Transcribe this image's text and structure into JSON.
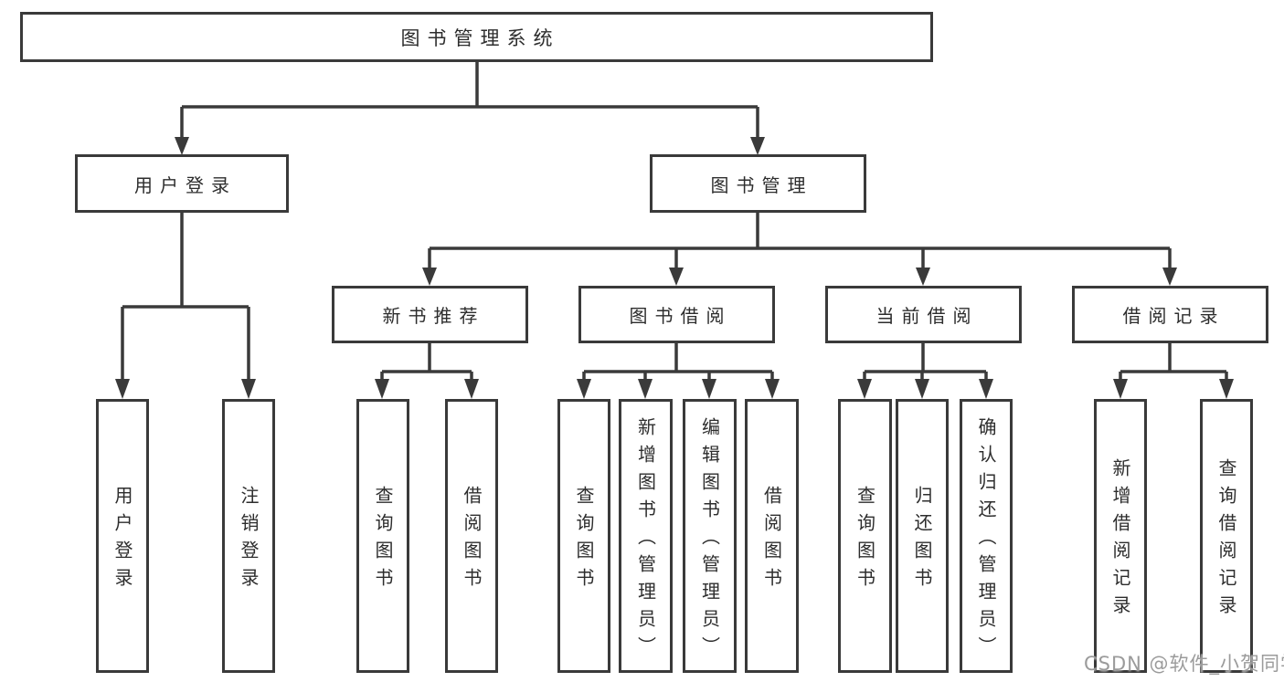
{
  "diagram": {
    "root": {
      "label": "图书管理系统"
    },
    "branches": [
      {
        "label": "用户登录",
        "leaves": [
          {
            "label": "用户登录"
          },
          {
            "label": "注销登录"
          }
        ]
      },
      {
        "label": "图书管理",
        "groups": [
          {
            "label": "新书推荐",
            "leaves": [
              {
                "label": "查询图书"
              },
              {
                "label": "借阅图书"
              }
            ]
          },
          {
            "label": "图书借阅",
            "leaves": [
              {
                "label": "查询图书"
              },
              {
                "label": "新增图书（管理员）"
              },
              {
                "label": "编辑图书（管理员）"
              },
              {
                "label": "借阅图书"
              }
            ]
          },
          {
            "label": "当前借阅",
            "leaves": [
              {
                "label": "查询图书"
              },
              {
                "label": "归还图书"
              },
              {
                "label": "确认归还（管理员）"
              }
            ]
          },
          {
            "label": "借阅记录",
            "leaves": [
              {
                "label": "新增借阅记录"
              },
              {
                "label": "查询借阅记录"
              }
            ]
          }
        ]
      }
    ]
  },
  "watermark": {
    "text": "CSDN @软件_小贺同学"
  },
  "colors": {
    "line": "#3a3a3a",
    "text": "#2d2d2d",
    "box_background": "#ffffff",
    "page_background": "#ffffff",
    "watermark": "#9b9b9b"
  }
}
